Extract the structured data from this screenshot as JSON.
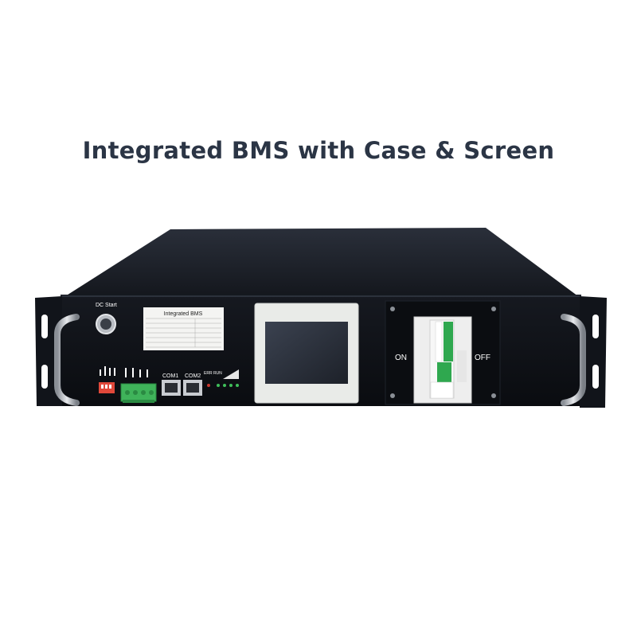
{
  "headline": "Integrated BMS with Case & Screen",
  "unit": {
    "dc_start_label": "DC Start",
    "nameplate_title": "Integrated BMS",
    "com1_label": "COM1",
    "com2_label": "COM2",
    "led_label": "ERR RUN",
    "on_label": "ON",
    "off_label": "OFF"
  },
  "colors": {
    "chassis": "#15181f",
    "front_panel": "#0d0f13",
    "breaker_green": "#2fa84f",
    "terminal_green": "#3fb35a",
    "headline_text": "#2b3545"
  }
}
